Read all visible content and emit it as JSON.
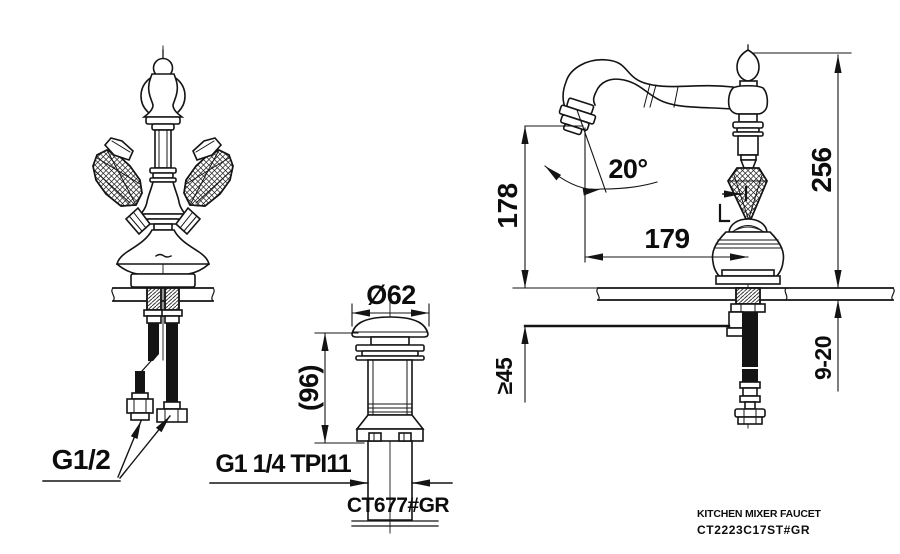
{
  "drawing": {
    "background_color": "#ffffff",
    "line_color": "#141414",
    "views": [
      "front-view-faucet",
      "drain-fitting-detail",
      "side-view-faucet"
    ]
  },
  "labels": {
    "supply_thread": "G1/2",
    "drain_thread": "G1 1/4 TPI11",
    "drain_model": "CT677#GR",
    "cap_diameter": "Ø62",
    "drain_height": "(96)",
    "spout_height": "178",
    "spout_reach": "179",
    "total_height": "256",
    "spout_angle": "20°",
    "min_clearance": "≥45",
    "deck_thickness": "9-20"
  },
  "title_block": {
    "product_name": "KITCHEN MIXER FAUCET",
    "model_code": "CT2223C17ST#GR"
  }
}
